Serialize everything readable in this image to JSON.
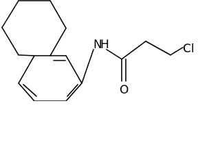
{
  "structure": {
    "atoms": {
      "nh": "N",
      "h": "H",
      "o": "O",
      "cl": "Cl"
    }
  },
  "colors": {
    "bond": "#000000",
    "background": "#ffffff"
  }
}
